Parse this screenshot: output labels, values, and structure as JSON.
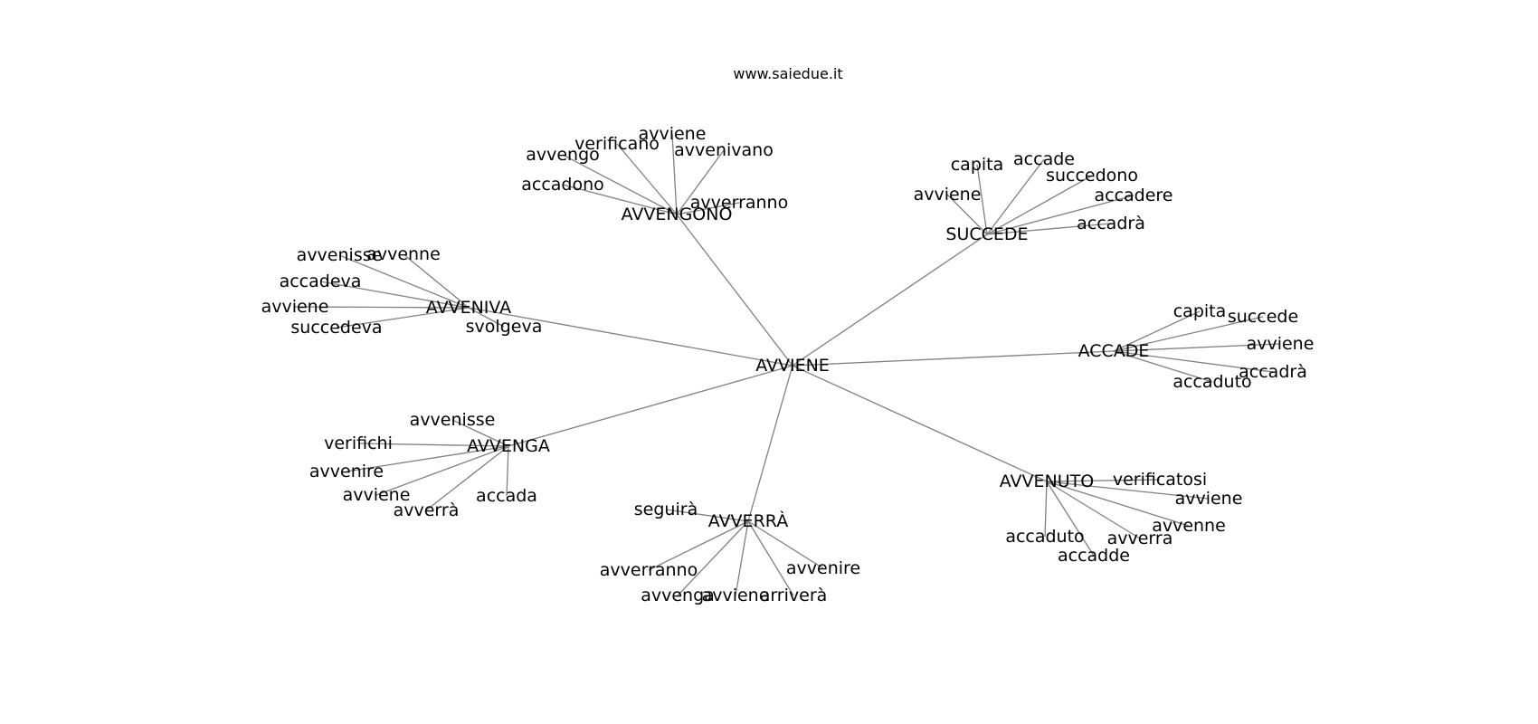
{
  "header": {
    "title": "www.saiedue.it"
  },
  "graph": {
    "center": "AVVIENE",
    "clusters": [
      {
        "hub": "AVVENGONO",
        "words": [
          "avviene",
          "verificano",
          "avvengo",
          "avvenivano",
          "accadono",
          "avverranno"
        ]
      },
      {
        "hub": "SUCCEDE",
        "words": [
          "capita",
          "accade",
          "succedono",
          "avviene",
          "accadere",
          "accadrà"
        ]
      },
      {
        "hub": "AVVENIVA",
        "words": [
          "avvenisse",
          "avvenne",
          "accadeva",
          "avviene",
          "succedeva",
          "svolgeva"
        ]
      },
      {
        "hub": "ACCADE",
        "words": [
          "capita",
          "succede",
          "avviene",
          "accadrà",
          "accaduto"
        ]
      },
      {
        "hub": "AVVENGA",
        "words": [
          "avvenisse",
          "verifichi",
          "avvenire",
          "avviene",
          "avverrà",
          "accada"
        ]
      },
      {
        "hub": "AVVERRÀ",
        "words": [
          "seguirà",
          "avverranno",
          "avvenire",
          "avvenga",
          "avviene",
          "arriverà"
        ]
      },
      {
        "hub": "AVVENUTO",
        "words": [
          "verificatosi",
          "avviene",
          "avvenne",
          "avverra",
          "accaduto",
          "accadde"
        ]
      }
    ]
  }
}
